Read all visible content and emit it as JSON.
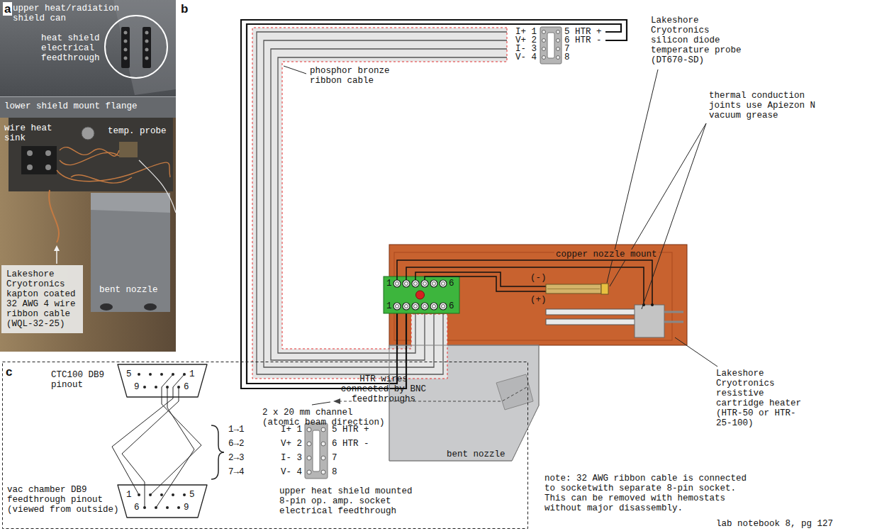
{
  "diagram": {
    "nodes": [
      {
        "text": [
          "Lakeshore Cryotronics kapton coated 32 AWG 4 wire ribbon cable (WQL-32-25)"
        ]
      },
      {
        "text": [
          "copper nozzle mount"
        ]
      },
      {
        "text": [
          "bent nozzle"
        ]
      }
    ],
    "labels": [
      "a",
      "upper heat/radiation shield can",
      "heat shield electrical feedthrough",
      "lower shield mount flange",
      "wire heat sink",
      "temp. probe",
      "bent nozzle",
      "b",
      "I+ 1",
      "V+ 2",
      "I- 3",
      "V- 4",
      "5 HTR +",
      "6 HTR -",
      "7",
      "8",
      "phosphor bronze ribbon cable",
      "Lakeshore Cryotronics silicon diode temperature probe (DT670-SD)",
      "thermal conduction joints use Apiezon N vacuum grease",
      "(-)",
      "(+)",
      "1",
      "6",
      "1",
      "6",
      "Lakeshore Cryotronics resistive cartridge heater (HTR-50 or HTR-25-100)",
      "2 x 20 mm channel (atomic beam direction)",
      "c",
      "CTC100 DB9 pinout",
      "5",
      "1",
      "9",
      "6",
      "HTR wires connected by BNC feedthroughs",
      "1→1",
      "6→2",
      "2→3",
      "7→4",
      "I+ 1",
      "V+ 2",
      "I- 3",
      "V- 4",
      "5 HTR +",
      "6 HTR -",
      "7",
      "8",
      "1",
      "5",
      "6",
      "9",
      "vac chamber DB9 feedthrough pinout (viewed from outside)",
      "upper heat shield mounted 8-pin op. amp. socket electrical feedthrough",
      "note: 32 AWG ribbon cable is connected to socketwith separate 8-pin socket. This can be removed with hemostats without major disassembly.",
      "lab notebook 8, pg 127"
    ]
  }
}
